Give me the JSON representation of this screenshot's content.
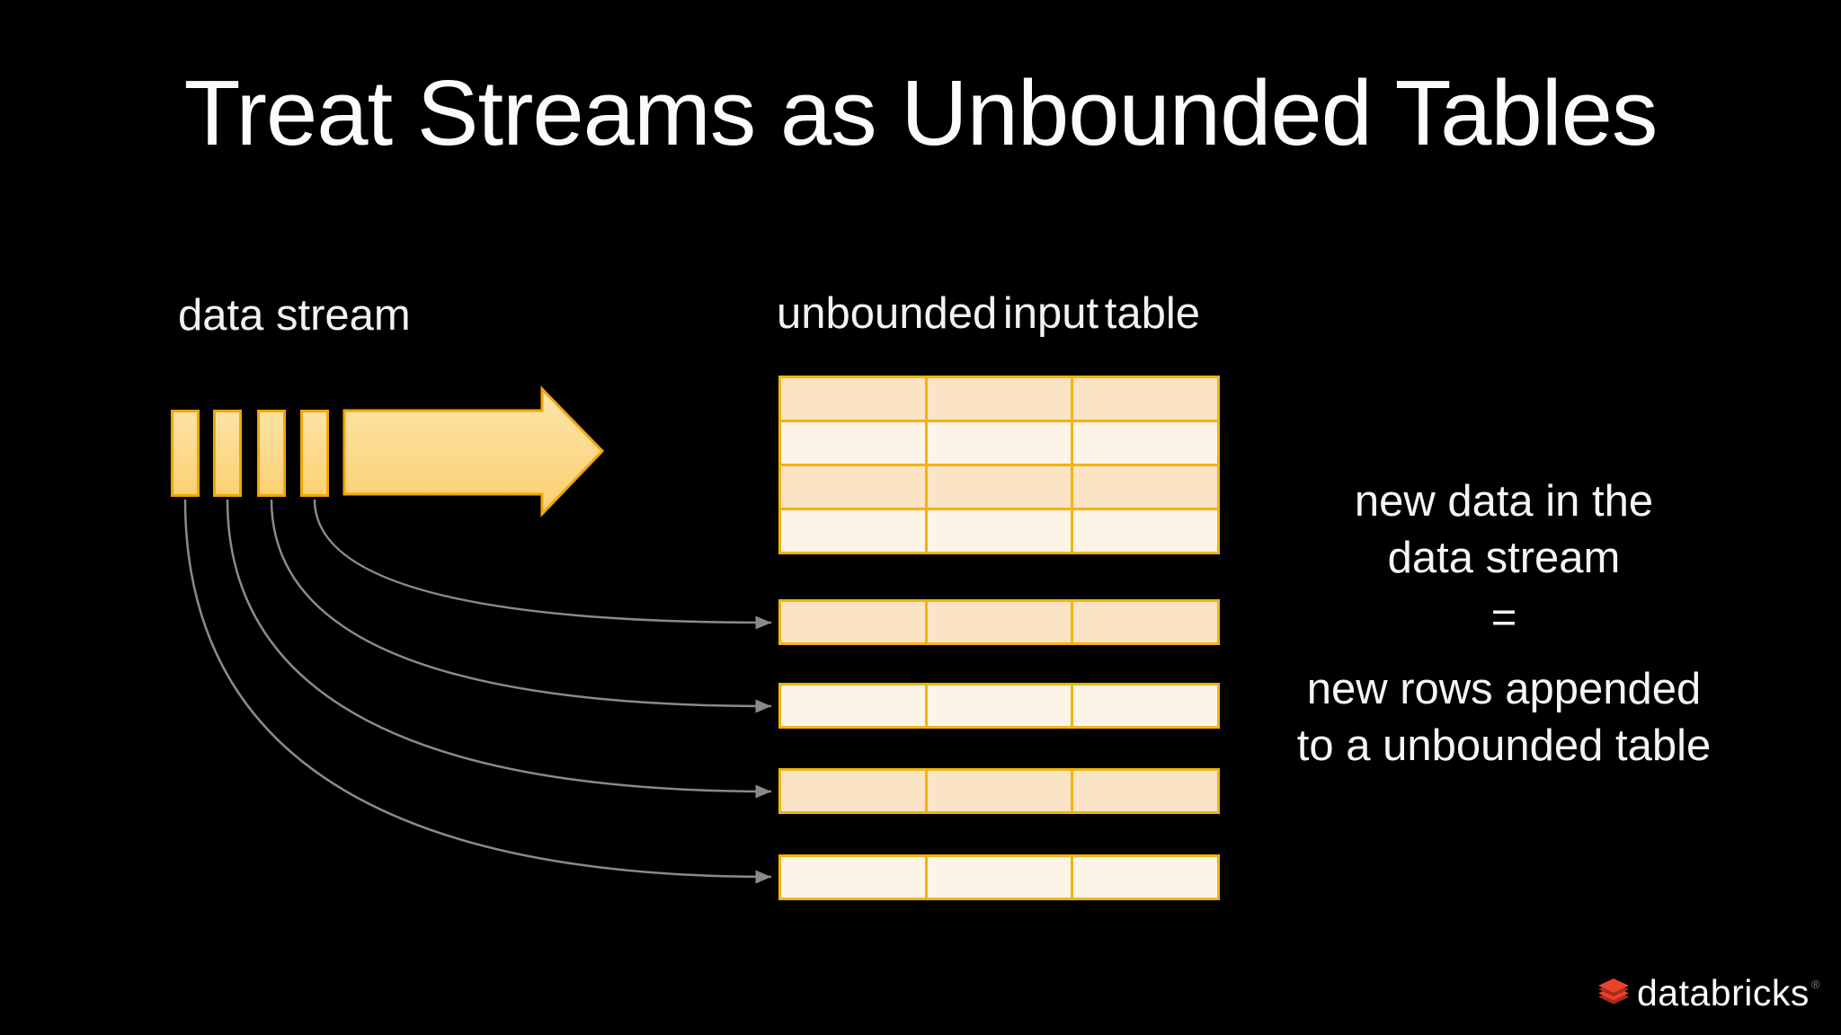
{
  "slide": {
    "title": "Treat Streams as Unbounded Tables"
  },
  "stream": {
    "label": "data stream",
    "segment_count": 4
  },
  "input_table": {
    "label": "unbounded input table",
    "columns": 3,
    "main_row_count": 4,
    "row_shades": [
      "dark",
      "light",
      "dark",
      "light"
    ],
    "appended_row_count": 4,
    "appended_row_shades": [
      "dark",
      "light",
      "dark",
      "light"
    ]
  },
  "annotation": {
    "line1": "new data in the",
    "line2": "data stream",
    "equals": "=",
    "line3": "new rows appended",
    "line4": "to a unbounded table"
  },
  "logo": {
    "text": "databricks",
    "trademark": "®"
  },
  "colors": {
    "background": "#000000",
    "gold_border": "#F0A70A",
    "table_border": "#F1B40F",
    "cell_dark": "#FAE4C5",
    "cell_light": "#FDF3E7",
    "connector": "#8A8A8A",
    "text": "#F5F5F5",
    "logo_red": "#E8432E",
    "logo_red_dark": "#A62C1C"
  }
}
